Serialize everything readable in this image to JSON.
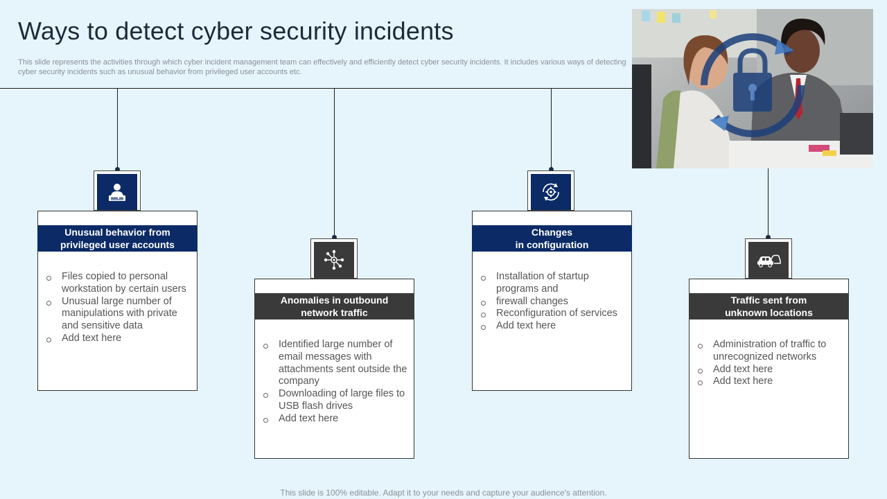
{
  "slide": {
    "title": "Ways to detect cyber security incidents",
    "subtitle": "This slide represents the activities through which cyber incident management team can effectively and efficiently detect cyber security incidents. It includes various ways of detecting cyber security incidents such as unusual behavior from privileged user accounts etc.",
    "footer": "This slide is 100% editable. Adapt it to your needs and capture your audience's attention."
  },
  "colors": {
    "background": "#e6f5fc",
    "navy": "#0b2a66",
    "dark_gray": "#3a3a3a"
  },
  "cards": [
    {
      "heading_line1": "Unusual behavior from",
      "heading_line2": "privileged user accounts",
      "icon": "user-id-icon",
      "items": [
        "Files copied to personal workstation by certain users",
        "Unusual large number of manipulations with private and sensitive data",
        "Add text here"
      ]
    },
    {
      "heading_line1": "Anomalies in outbound",
      "heading_line2": "network traffic",
      "icon": "network-hub-icon",
      "items": [
        "Identified large number of email messages with attachments sent outside the company",
        "Downloading of large files to USB flash drives",
        "Add text here"
      ]
    },
    {
      "heading_line1": "Changes",
      "heading_line2": "in configuration",
      "icon": "gear-cycle-icon",
      "items": [
        "Installation of startup programs and",
        " firewall changes",
        "Reconfiguration of services",
        "Add text here"
      ]
    },
    {
      "heading_line1": "Traffic sent from",
      "heading_line2": "unknown locations",
      "icon": "vehicle-traffic-icon",
      "items": [
        "Administration of traffic to unrecognized networks",
        "Add text here",
        "Add text here"
      ]
    }
  ]
}
